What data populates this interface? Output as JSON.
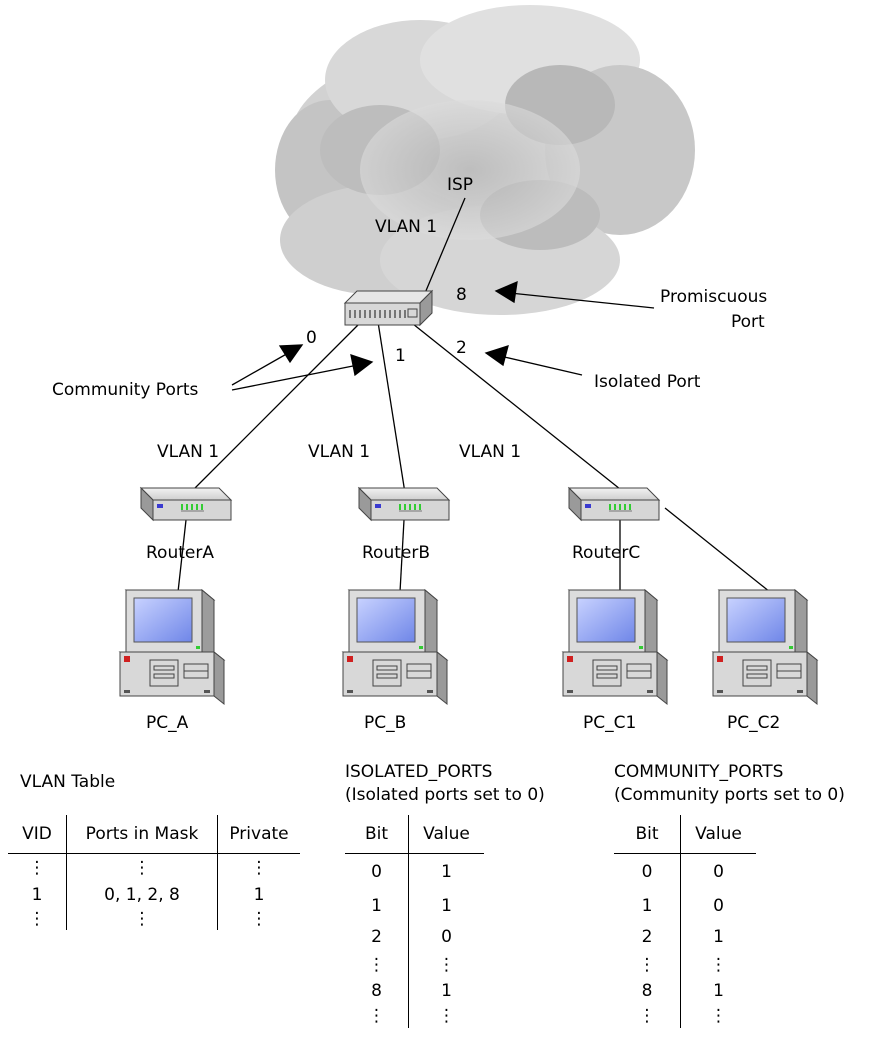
{
  "network": {
    "isp": "ISP",
    "vlan_uplink": "VLAN 1",
    "port_labels": {
      "p8": "8",
      "p0": "0",
      "p1": "1",
      "p2": "2"
    },
    "callouts": {
      "promiscuous_line1": "Promiscuous",
      "promiscuous_line2": "Port",
      "community": "Community Ports",
      "isolated": "Isolated Port"
    },
    "links": {
      "a": "VLAN 1",
      "b": "VLAN 1",
      "c": "VLAN 1"
    },
    "routers": [
      "RouterA",
      "RouterB",
      "RouterC"
    ],
    "pcs": [
      "PC_A",
      "PC_B",
      "PC_C1",
      "PC_C2"
    ]
  },
  "vlan_table": {
    "title": "VLAN Table",
    "headers": [
      "VID",
      "Ports in Mask",
      "Private"
    ],
    "rows": [
      [
        "⋮",
        "⋮",
        "⋮"
      ],
      [
        "1",
        "0, 1, 2, 8",
        "1"
      ],
      [
        "⋮",
        "⋮",
        "⋮"
      ]
    ]
  },
  "isolated_ports": {
    "title": "ISOLATED_PORTS",
    "subtitle": "(Isolated ports set to 0)",
    "headers": [
      "Bit",
      "Value"
    ],
    "rows": [
      [
        "0",
        "1"
      ],
      [
        "1",
        "1"
      ],
      [
        "2",
        "0"
      ],
      [
        "⋮",
        "⋮"
      ],
      [
        "8",
        "1"
      ],
      [
        "⋮",
        "⋮"
      ]
    ]
  },
  "community_ports": {
    "title": "COMMUNITY_PORTS",
    "subtitle": "(Community ports set to 0)",
    "headers": [
      "Bit",
      "Value"
    ],
    "rows": [
      [
        "0",
        "0"
      ],
      [
        "1",
        "0"
      ],
      [
        "2",
        "1"
      ],
      [
        "⋮",
        "⋮"
      ],
      [
        "8",
        "1"
      ],
      [
        "⋮",
        "⋮"
      ]
    ]
  },
  "colors": {
    "cloud_light": "#e0e0e0",
    "cloud_dark": "#b4b4b4",
    "led_green": "#33cc33",
    "screen_blue": "#8fa3f0"
  }
}
